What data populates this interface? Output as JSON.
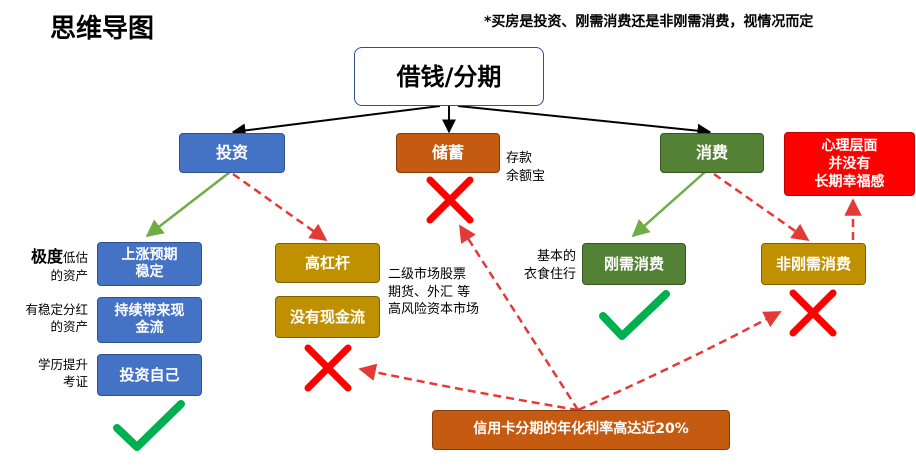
{
  "title": "思维导图",
  "note": "*买房是投资、刚需消费还是非刚需消费，视情况而定",
  "root": "借钱/分期",
  "branches": {
    "invest": "投资",
    "save": "储蓄",
    "consume": "消费"
  },
  "save_note": {
    "line1": "存款",
    "line2": "余额宝"
  },
  "psych": {
    "line1": "心理层面",
    "line2": "并没有",
    "line3": "长期幸福感"
  },
  "invest_items": [
    {
      "label_bold": "极度",
      "label_rest": "低估",
      "label_line2": "的资产",
      "box_line1": "上涨预期",
      "box_line2": "稳定"
    },
    {
      "label_line1": "有稳定分红",
      "label_line2": "的资产",
      "box_line1": "持续带来现",
      "box_line2": "金流"
    },
    {
      "label_line1": "学历提升",
      "label_line2": "考证",
      "box_line1": "投资自己"
    }
  ],
  "leverage": "高杠杆",
  "no_cashflow": "没有现金流",
  "leverage_note": {
    "line1": "二级市场股票",
    "line2": "期货、外汇 等",
    "line3": "高风险资本市场"
  },
  "rigid": "刚需消费",
  "rigid_note": {
    "line1": "基本的",
    "line2": "衣食住行"
  },
  "nonrigid": "非刚需消费",
  "credit": "信用卡分期的年化利率高达近20%",
  "colors": {
    "blue": "#4472c4",
    "orange": "#c55a11",
    "green": "#538135",
    "gold": "#bf9000",
    "red": "#ff0000",
    "check": "#00b050",
    "cross": "#ff0000",
    "arrow_green": "#70ad47",
    "arrow_red": "#e53935"
  }
}
